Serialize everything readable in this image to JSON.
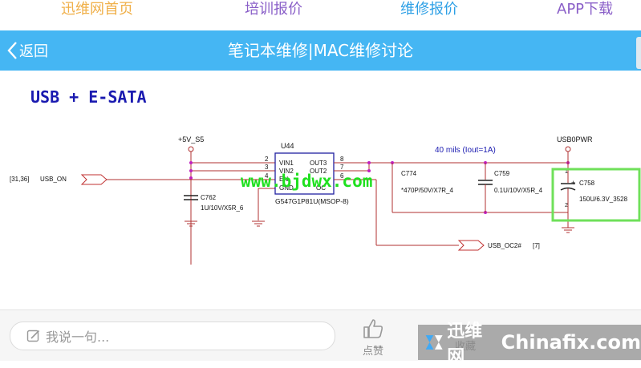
{
  "nav": {
    "items": [
      {
        "label": "迅维网首页",
        "color": "#f0b04a"
      },
      {
        "label": "培训报价",
        "color": "#8a5fc8"
      },
      {
        "label": "维修报价",
        "color": "#2ea0e6"
      },
      {
        "label": "APP下载",
        "color": "#8a5fc8"
      }
    ]
  },
  "header": {
    "back_label": "返回",
    "title": "笔记本维修|MAC维修讨论",
    "bg_color": "#45b6f3"
  },
  "schematic": {
    "heading": "USB + E-SATA",
    "net_5v": "+5V_S5",
    "net_usbpwr": "USB0PWR",
    "signal_in_ref": "[31,36]",
    "signal_in": "USB_ON",
    "chip_ref": "U44",
    "chip_part": "G547G1P81U(MSOP-8)",
    "pins": {
      "vin1": "VIN1",
      "vin2": "VIN2",
      "en": "EN",
      "gnd": "GND",
      "out3": "OUT3",
      "out2": "OUT2",
      "oc": "OC",
      "n2": "2",
      "n3": "3",
      "n4": "4",
      "n8": "8",
      "n7": "7",
      "n6": "6"
    },
    "c762_ref": "C762",
    "c762_val": "1U/10V/X5R_6",
    "c774_ref": "C774",
    "c774_val": "*470P/50V/X7R_4",
    "c759_ref": "C759",
    "c759_val": "0.1U/10V/X5R_4",
    "c758_ref": "C758",
    "c758_val": "150U/6.3V_3528",
    "c758_plus": "+",
    "c758_p1": "1",
    "c758_p2": "2",
    "trace_note": "40 mils (Iout=1A)",
    "signal_out": "USB_OC2#",
    "signal_out_ref": "[7]",
    "watermark_url": "www.bjdwx.com"
  },
  "bottom": {
    "input_placeholder": "我说一句...",
    "like_label": "点赞",
    "fav_label": "收藏"
  },
  "watermark": {
    "cn": "迅维网",
    "en": "Chinafix.com"
  }
}
